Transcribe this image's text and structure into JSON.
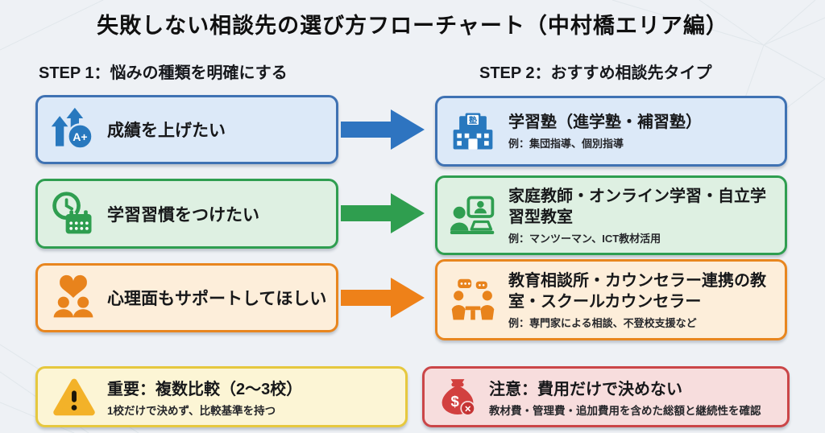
{
  "title": "失敗しない相談先の選び方フローチャート（中村橋エリア編）",
  "columns": {
    "step1": "STEP 1：悩みの種類を明確にする",
    "step2": "STEP 2：おすすめ相談先タイプ"
  },
  "rows": [
    {
      "left": {
        "label": "成績を上げたい",
        "icon": "grade-up-icon"
      },
      "arrow_color": "#2e74c0",
      "right": {
        "title": "学習塾（進学塾・補習塾）",
        "example": "例：集団指導、個別指導",
        "icon": "school-building-icon"
      }
    },
    {
      "left": {
        "label": "学習習慣をつけたい",
        "icon": "clock-calendar-icon"
      },
      "arrow_color": "#2f9e4f",
      "right": {
        "title": "家庭教師・オンライン学習・自立学習型教室",
        "example": "例：マンツーマン、ICT教材活用",
        "icon": "online-learning-icon"
      }
    },
    {
      "left": {
        "label": "心理面もサポートしてほしい",
        "icon": "heart-people-icon"
      },
      "arrow_color": "#ee8119",
      "right": {
        "title": "教育相談所・カウンセラー連携の教室・スクールカウンセラー",
        "example": "例：専門家による相談、不登校支援など",
        "icon": "counseling-icon"
      }
    }
  ],
  "notes": {
    "important": {
      "title": "重要：複数比較（2～3校）",
      "desc": "1校だけで決めず、比較基準を持つ",
      "icon": "warning-icon"
    },
    "caution": {
      "title": "注意：費用だけで決めない",
      "desc": "教材費・管理費・追加費用を含めた総額と継続性を確認",
      "icon": "money-bag-icon"
    }
  },
  "icons": {
    "grade_badge": "A+",
    "school_sign": "塾",
    "money_symbol": "$",
    "money_badge": "×"
  },
  "colors": {
    "background": "#eef1f5",
    "blue": "#2878be",
    "blue_fill": "#dce9f8",
    "blue_border": "#3f72b3",
    "green": "#2f9e50",
    "green_fill": "#def0e2",
    "orange": "#e8861f",
    "orange_fill": "#fdeeda",
    "yellow_fill": "#fcf5d5",
    "yellow_border": "#e6c83e",
    "amber": "#f3b229",
    "red_border": "#cb4648",
    "red_fill": "#f7dddd",
    "red_icon": "#d2403f"
  }
}
